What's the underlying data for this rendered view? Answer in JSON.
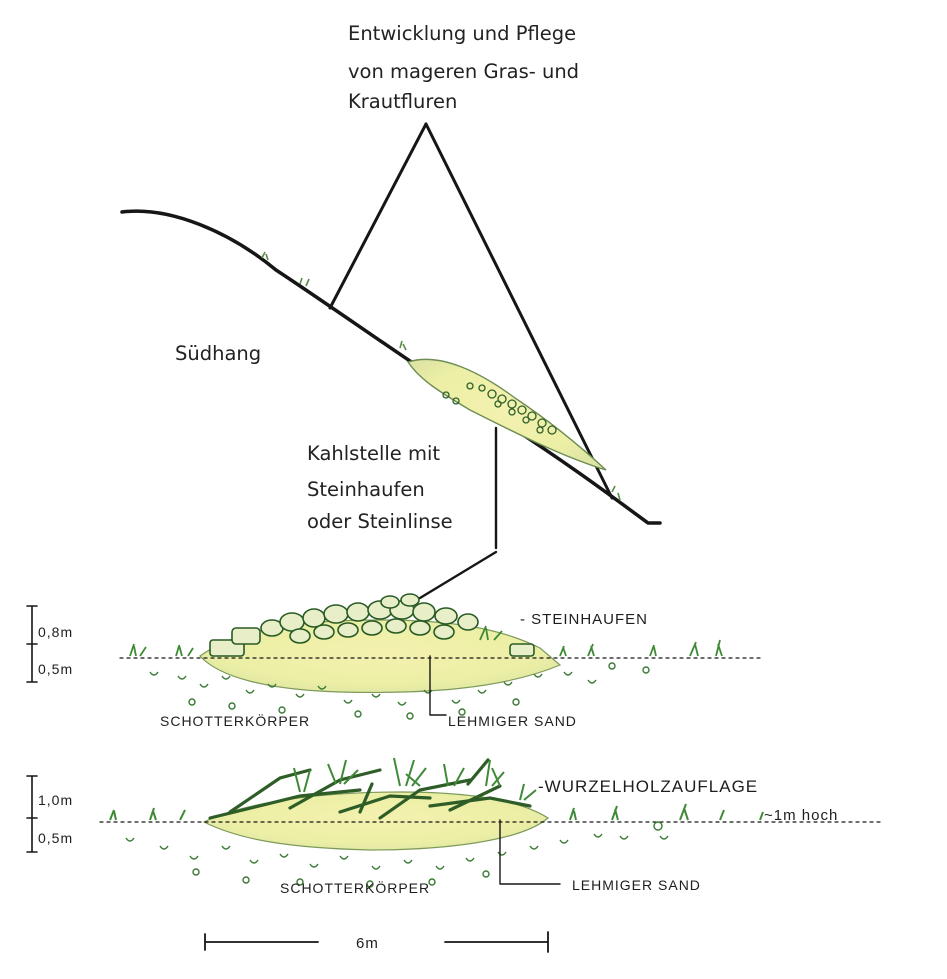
{
  "top_label": {
    "line1": "Entwicklung und Pflege",
    "line2": "von mageren Gras- und",
    "line3": "Krautfluren"
  },
  "slope_label": "Südhang",
  "bare_spot_label": {
    "line1": "Kahlstelle mit",
    "line2": "Steinhaufen",
    "line3": "oder Steinlinse"
  },
  "section_stone": {
    "label": "- STEINHAUFEN",
    "gravel_label": "SCHOTTERKÖRPER",
    "sand_label": "LEHMIGER SAND",
    "scale_upper": "0,8m",
    "scale_lower": "0,5m"
  },
  "section_root": {
    "label": "-WURZELHOLZAUFLAGE",
    "height_note": "~1m hoch",
    "gravel_label": "SCHOTTERKÖRPER",
    "sand_label": "LEHMIGER SAND",
    "scale_upper": "1,0m",
    "scale_lower": "0,5m"
  },
  "width_scale": "6m",
  "colors": {
    "ink": "#161616",
    "sand": "#eef0a6",
    "grass": "#3f8a36",
    "stone": "#5f9a55",
    "wood": "#3d6b2e"
  }
}
